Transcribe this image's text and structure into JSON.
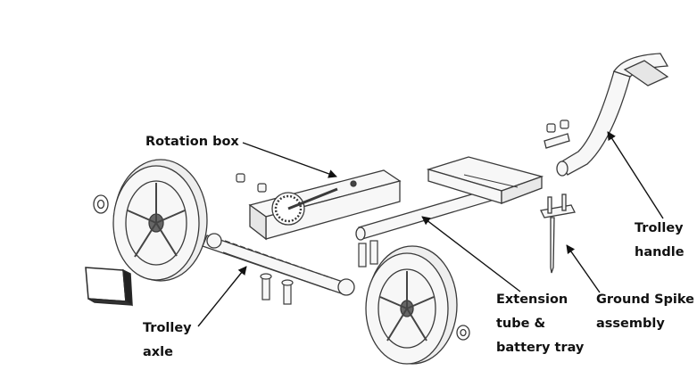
{
  "colors": {
    "ink": "#111111",
    "part_outline": "#3a3a3a",
    "part_fill": "#f7f7f7",
    "shadow": "#cfcfcf",
    "background": "#ffffff"
  },
  "labels": {
    "rotation_box": "Rotation box",
    "trolley_handle": [
      "Trolley",
      "handle"
    ],
    "trolley_axle": [
      "Trolley",
      "axle"
    ],
    "extension_tube": [
      "Extension",
      "tube &",
      "battery tray"
    ],
    "ground_spike": [
      "Ground Spike",
      "assembly"
    ]
  },
  "parts": [
    "left-wheel",
    "right-wheel",
    "washer-left",
    "washer-right",
    "battery-pack",
    "trolley-axle",
    "rotation-box",
    "extension-tube",
    "battery-tray",
    "trolley-handle",
    "ground-spike",
    "nuts",
    "bolts",
    "clamp-bracket"
  ]
}
